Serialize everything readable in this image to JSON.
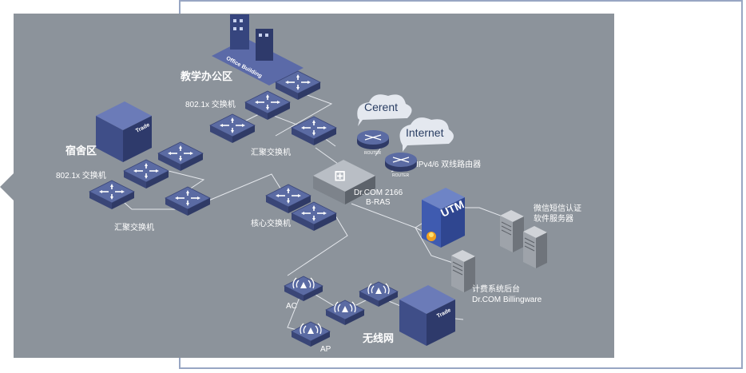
{
  "zones": {
    "office": "教学办公区",
    "dorm": "宿舍区",
    "wireless": "无线网"
  },
  "labels": {
    "office_8021x": "802.1x 交换机",
    "office_agg": "汇聚交换机",
    "dorm_8021x": "802.1x 交换机",
    "dorm_agg": "汇聚交换机",
    "core": "核心交换机",
    "router": "IPv4/6 双线路由器",
    "bras_line1": "Dr.COM 2166",
    "bras_line2": "B-RAS",
    "wechat_line1": "微信短信认证",
    "wechat_line2": "软件服务器",
    "billing_line1": "计费系统后台",
    "billing_line2": "Dr.COM Billingware",
    "ac": "AC",
    "ap": "AP"
  },
  "clouds": {
    "cerent": "Cerent",
    "internet": "Internet"
  },
  "devices": {
    "building_sign_office": "Office Building",
    "building_sign_trade": "Trade",
    "router_tag": "ROUTER",
    "utm": "UTM"
  },
  "colors": {
    "panel": "#8c939b",
    "switch_top": "#5b6ba3",
    "switch_side": "#3a4677",
    "building": "#4a5a94",
    "cloud": "#4a6a9c",
    "frame": "#98a6c3"
  }
}
